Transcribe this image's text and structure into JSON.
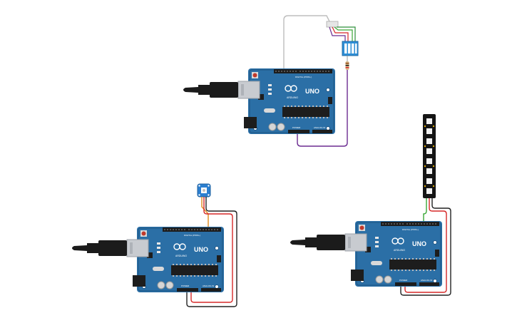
{
  "canvas": {
    "background": "#ffffff"
  },
  "colors": {
    "board_blue": "#2b6fa6",
    "board_blue_dark": "#1d5483",
    "header_black": "#1d1d1d",
    "usb_silver": "#c8cbd0",
    "cable_black": "#1b1b1b",
    "wire_red": "#d62828",
    "wire_black": "#222222",
    "wire_green": "#3aa836",
    "wire_purple": "#6b2c91",
    "wire_orange": "#e08a1a",
    "wire_gray": "#bdbdbd",
    "dip_switch_blue": "#2f8fd6",
    "sensor_blue": "#2c7fd0",
    "neopixel_black": "#151515"
  },
  "board_label": {
    "brand": "UNO",
    "logo_text": "ARDUINO",
    "digital_label": "DIGITAL (PWM~)",
    "power_label": "POWER",
    "analog_label": "ANALOG IN"
  },
  "components": {
    "boards": [
      {
        "name": "arduino-uno-top"
      },
      {
        "name": "arduino-uno-bottom-left"
      },
      {
        "name": "arduino-uno-bottom-right"
      }
    ],
    "dip_switch": {
      "name": "dip-switch"
    },
    "resistor": {
      "name": "resistor"
    },
    "rgb_sensor": {
      "name": "color-sensor-module"
    },
    "neopixel_strip": {
      "name": "neopixel-strip",
      "pixel_count": 8
    }
  }
}
